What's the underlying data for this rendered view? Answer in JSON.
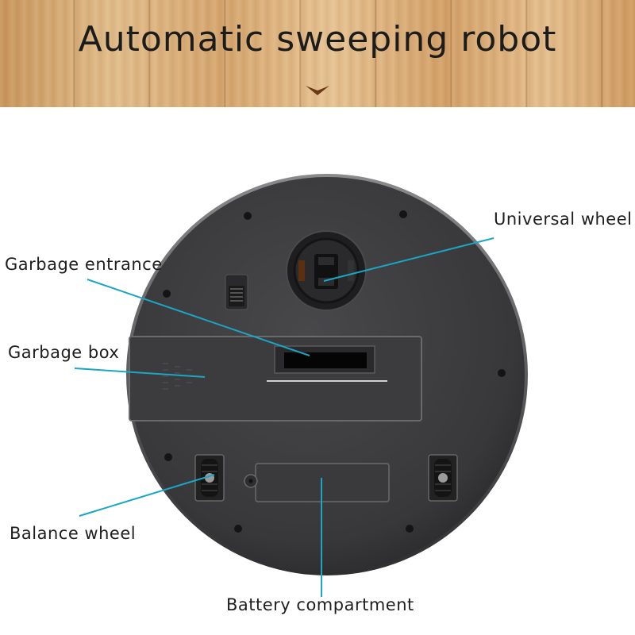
{
  "title": "Automatic sweeping robot",
  "labels": {
    "universal_wheel": "Universal wheel",
    "garbage_entrance": "Garbage entrance",
    "garbage_box": "Garbage box",
    "balance_wheel": "Balance wheel",
    "battery_compartment": "Battery compartment"
  },
  "colors": {
    "robot_body": "#3a3a3c",
    "pointer_line": "#1aa6c4",
    "wood": "#dcb27d"
  }
}
